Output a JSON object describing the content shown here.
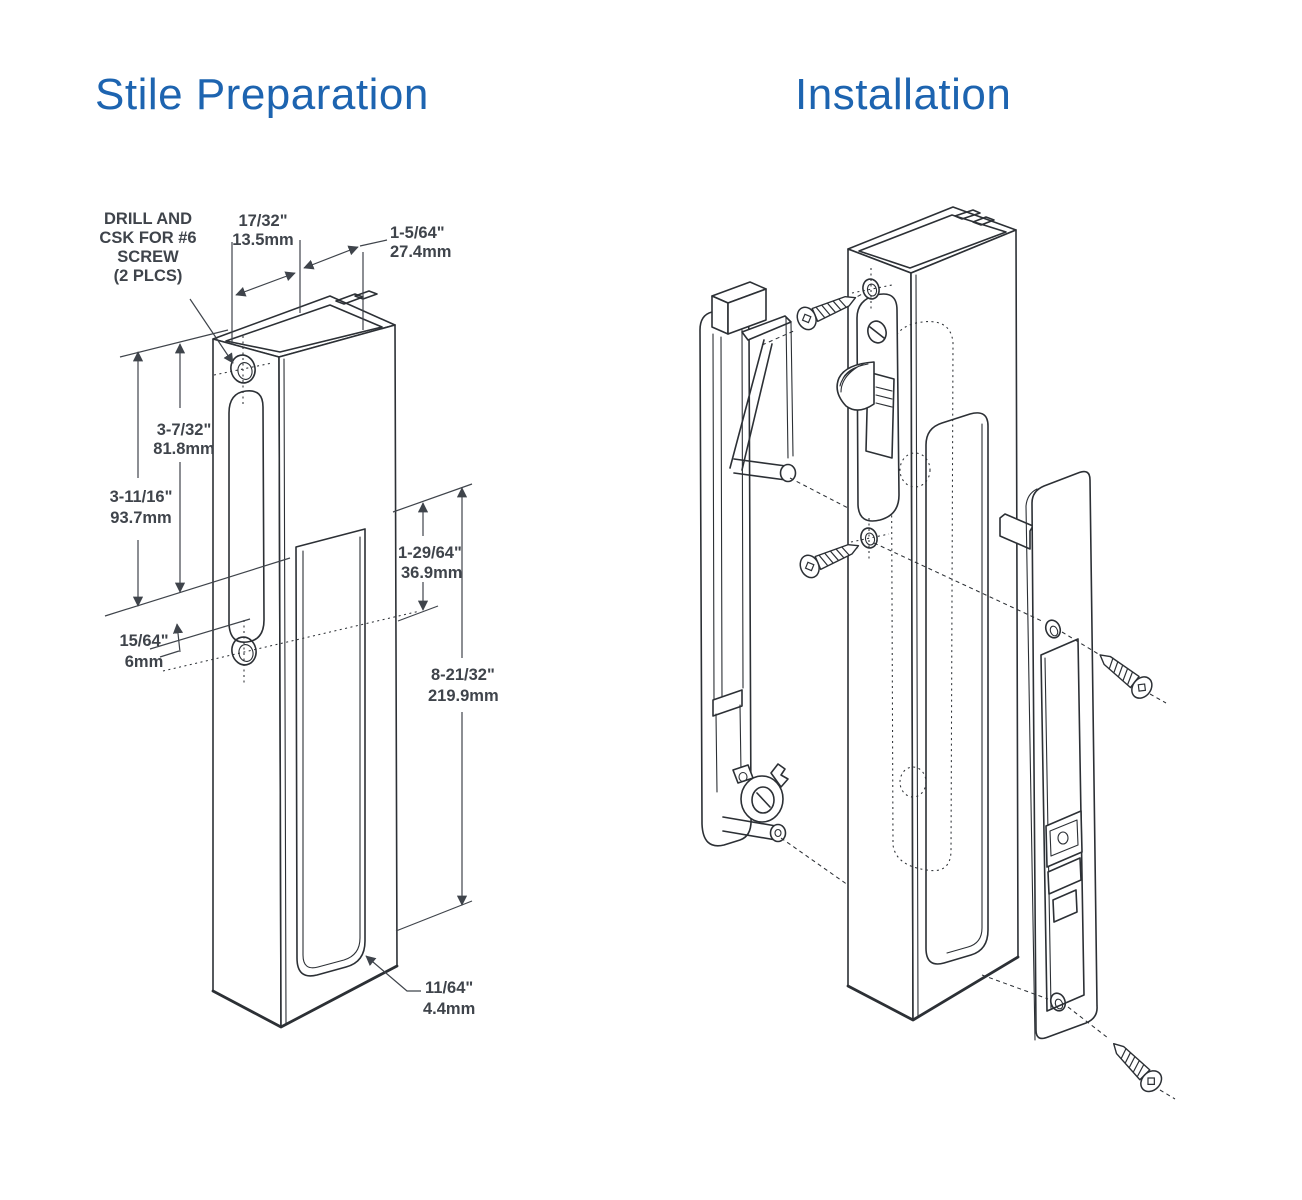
{
  "page": {
    "background": "#ffffff"
  },
  "colors": {
    "title_blue": "#1d64b0",
    "dimension_text": "#3f444b",
    "line_art": "#2c3035"
  },
  "stile_prep": {
    "title": "Stile Preparation",
    "drill_note_lines": [
      "DRILL AND",
      "CSK FOR #6",
      "SCREW",
      "(2 PLCS)"
    ],
    "dims": {
      "slot_width_in": "17/32\"",
      "slot_width_mm": "13.5mm",
      "face_width_in": "1-5/64\"",
      "face_width_mm": "27.4mm",
      "hole_span_in": "3-7/32\"",
      "hole_span_mm": "81.8mm",
      "slot_len_in": "3-11/16\"",
      "slot_len_mm": "93.7mm",
      "hole_offset_in": "15/64\"",
      "hole_offset_mm": "6mm",
      "cutout_top_in": "1-29/64\"",
      "cutout_top_mm": "36.9mm",
      "cutout_len_in": "8-21/32\"",
      "cutout_len_mm": "219.9mm",
      "thickness_in": "11/64\"",
      "thickness_mm": "4.4mm"
    }
  },
  "installation": {
    "title": "Installation"
  }
}
